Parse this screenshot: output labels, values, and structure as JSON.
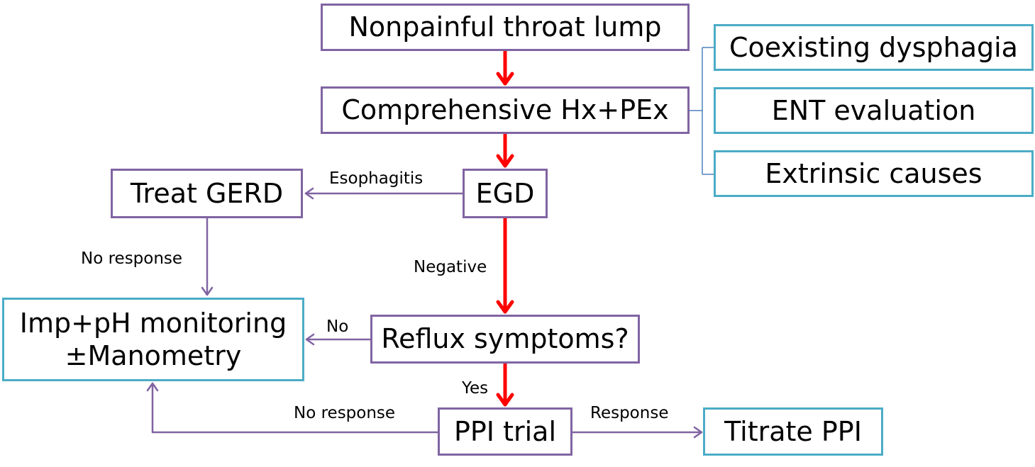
{
  "colors": {
    "main_arrow": "#ff0000",
    "side_arrow": "#8064a2",
    "purple_border": "#8064a2",
    "teal_border": "#4bacc6",
    "bracket": "#4f81bd"
  },
  "nodes": {
    "throat_lump": "Nonpainful throat lump",
    "hx_pex": "Comprehensive Hx+PEx",
    "dysphagia": "Coexisting dysphagia",
    "ent": "ENT evaluation",
    "extrinsic": "Extrinsic causes",
    "egd": "EGD",
    "treat_gerd": "Treat GERD",
    "imp_ph_line1": "Imp+pH monitoring",
    "imp_ph_line2": "±Manometry",
    "reflux": "Reflux symptoms?",
    "ppi_trial": "PPI trial",
    "titrate_ppi": "Titrate PPI"
  },
  "edges": {
    "esophagitis": "Esophagitis",
    "negative": "Negative",
    "no_response_gerd": "No response",
    "no": "No",
    "yes": "Yes",
    "no_response_ppi": "No response",
    "response": "Response"
  }
}
